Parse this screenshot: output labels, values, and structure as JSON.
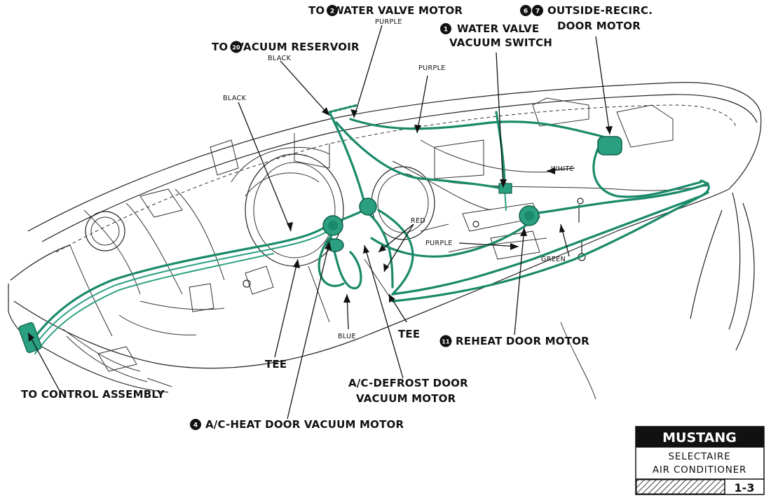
{
  "labels": {
    "water_valve_motor": "TO  WATER VALVE MOTOR",
    "water_valve_motor_num": "2",
    "water_valve_vacuum_switch_1": "WATER VALVE",
    "water_valve_vacuum_switch_2": "VACUUM SWITCH",
    "water_valve_vacuum_switch_num": "1",
    "outside_recirc_1": "OUTSIDE-RECIRC.",
    "outside_recirc_2": "DOOR MOTOR",
    "outside_recirc_num_a": "6",
    "outside_recirc_num_b": "7",
    "vacuum_reservoir": "TO  VACUUM RESERVOIR",
    "vacuum_reservoir_num": "20",
    "reheat_door_motor": "REHEAT DOOR MOTOR",
    "reheat_door_motor_num": "11",
    "tee_center": "TEE",
    "tee_left": "TEE",
    "ac_defrost_1": "A/C-DEFROST DOOR",
    "ac_defrost_2": "VACUUM MOTOR",
    "to_control_assembly": "TO CONTROL ASSEMBLY",
    "ac_heat_door": "A/C-HEAT DOOR VACUUM MOTOR",
    "ac_heat_door_num": "4"
  },
  "hose_colors": {
    "purple_top": "PURPLE",
    "purple_mid": "PURPLE",
    "purple_low": "PURPLE",
    "black_top": "BLACK",
    "black_left": "BLACK",
    "white": "WHITE",
    "red": "RED",
    "green": "GREEN",
    "blue": "BLUE"
  },
  "title_block": {
    "model": "MUSTANG",
    "line1": "SELECTAIRE",
    "line2": "AIR CONDITIONER",
    "page": "1-3"
  },
  "colors": {
    "vacuum_hose": "#1a8a6a",
    "title_bar": "#111111"
  }
}
